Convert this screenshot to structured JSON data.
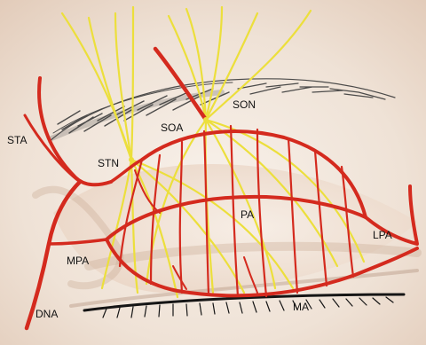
{
  "colors": {
    "skin_light": "#f6eee7",
    "skin_mid": "#ead8c9",
    "skin_shadow": "#c9a892",
    "artery": "#d42a1e",
    "nerve": "#ecdf3c",
    "brow": "#3b3b3b",
    "lash": "#151515",
    "label_text": "#111111"
  },
  "labels": {
    "sta": "STA",
    "stn": "STN",
    "soa": "SOA",
    "son": "SON",
    "pa": "PA",
    "lpa": "LPA",
    "mpa": "MPA",
    "dna": "DNA",
    "ma": "MA"
  }
}
